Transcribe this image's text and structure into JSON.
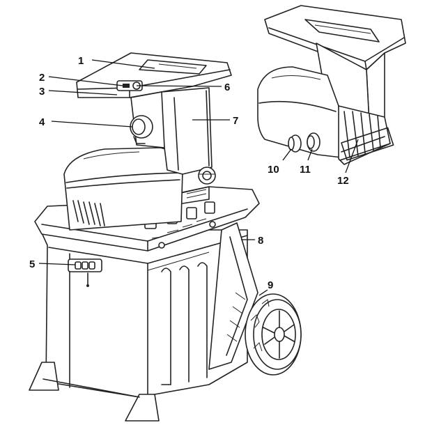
{
  "callouts": [
    {
      "number": "1",
      "part": "hopper-handle"
    },
    {
      "number": "2",
      "part": "control-panel-switch"
    },
    {
      "number": "3",
      "part": "switch-cover"
    },
    {
      "number": "4",
      "part": "motor-cap"
    },
    {
      "number": "5",
      "part": "collection-box-window"
    },
    {
      "number": "6",
      "part": "control-panel-button"
    },
    {
      "number": "7",
      "part": "hopper-neck"
    },
    {
      "number": "8",
      "part": "collection-box"
    },
    {
      "number": "9",
      "part": "wheel"
    },
    {
      "number": "10",
      "part": "adjustment-knob"
    },
    {
      "number": "11",
      "part": "locking-knob"
    },
    {
      "number": "12",
      "part": "outlet-grille"
    }
  ]
}
